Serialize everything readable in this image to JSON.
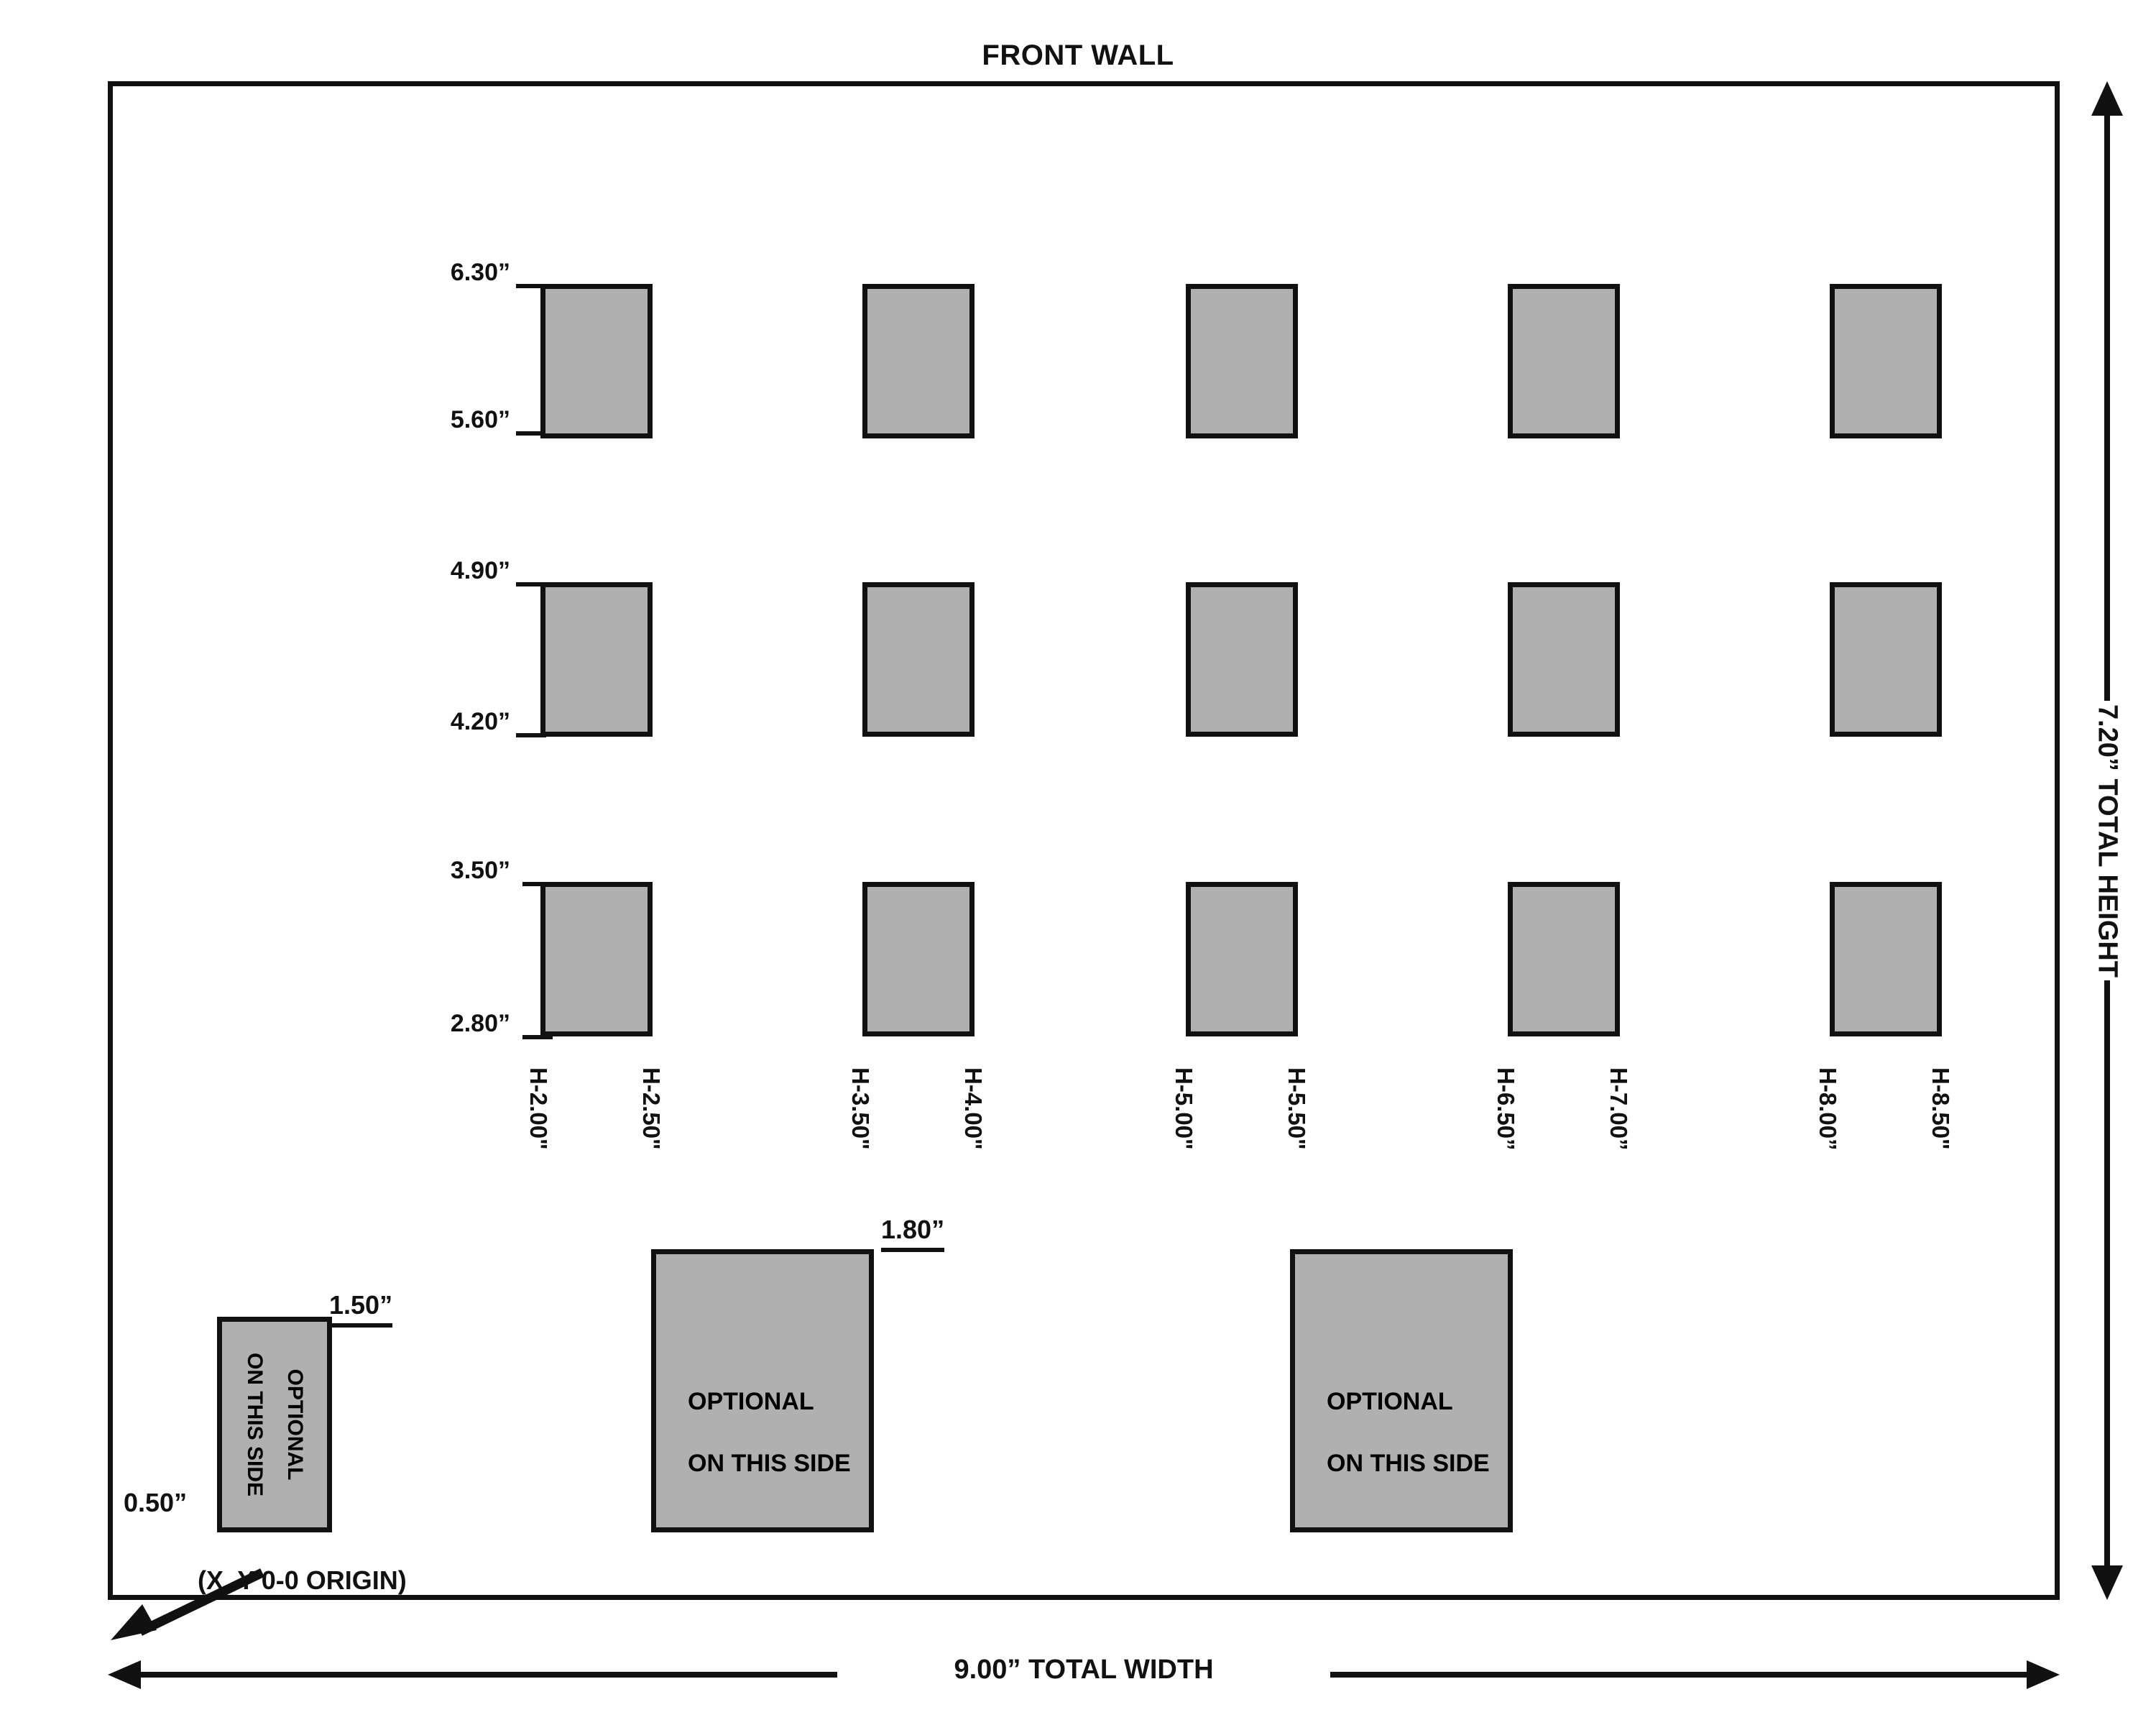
{
  "title": "FRONT WALL",
  "colors": {
    "panel_fill": "#b0b0b0",
    "line": "#111111",
    "background": "#ffffff"
  },
  "overall": {
    "total_width_label": "9.00” TOTAL WIDTH",
    "total_height_label": "7.20” TOTAL HEIGHT",
    "origin_label": "(X, Y  0-0 ORIGIN)"
  },
  "rows": [
    {
      "top_label": "6.30”",
      "bottom_label": "5.60”"
    },
    {
      "top_label": "4.90”",
      "bottom_label": "4.20”"
    },
    {
      "top_label": "3.50”",
      "bottom_label": "2.80”"
    }
  ],
  "column_labels": [
    "H-2.00\"",
    "H-2.50\"",
    "H-3.50\"",
    "H-4.00\"",
    "H-5.00\"",
    "H-5.50\"",
    "H-6.50”",
    "H-7.00”",
    "H-8.00”",
    "H-8.50\""
  ],
  "optional_boxes": [
    {
      "id": "left",
      "line1": "OPTIONAL",
      "line2": "ON THIS SIDE",
      "dim_top": "1.50”",
      "dim_bottom": "0.50”",
      "orientation": "vertical"
    },
    {
      "id": "middle",
      "line1": "OPTIONAL",
      "line2": "ON THIS SIDE",
      "dim_top": "1.80”",
      "orientation": "horizontal"
    },
    {
      "id": "right",
      "line1": "OPTIONAL",
      "line2": "ON THIS SIDE",
      "orientation": "horizontal"
    }
  ],
  "chart_data": {
    "type": "table",
    "title": "FRONT WALL",
    "description": "Elevation layout drawing of a front wall with 15 rectangular panels in a 3-row x 5-column grid, plus three optional lower boxes.",
    "xlabel": "9.00” TOTAL WIDTH",
    "ylabel": "7.20” TOTAL HEIGHT",
    "xlim": [
      0,
      9.0
    ],
    "ylim": [
      0,
      7.2
    ],
    "grid": false,
    "row_heights": [
      {
        "row": 1,
        "top": 6.3,
        "bottom": 5.6
      },
      {
        "row": 2,
        "top": 4.9,
        "bottom": 4.2
      },
      {
        "row": 3,
        "top": 3.5,
        "bottom": 2.8
      }
    ],
    "column_edges": [
      {
        "column": 1,
        "left": 2.0,
        "right": 2.5
      },
      {
        "column": 2,
        "left": 3.5,
        "right": 4.0
      },
      {
        "column": 3,
        "left": 5.0,
        "right": 5.5
      },
      {
        "column": 4,
        "left": 6.5,
        "right": 7.0
      },
      {
        "column": 5,
        "left": 8.0,
        "right": 8.5
      }
    ],
    "optional_dims": [
      {
        "box": "left",
        "top": 1.5,
        "bottom": 0.5
      },
      {
        "box": "middle",
        "top": 1.8
      }
    ]
  }
}
